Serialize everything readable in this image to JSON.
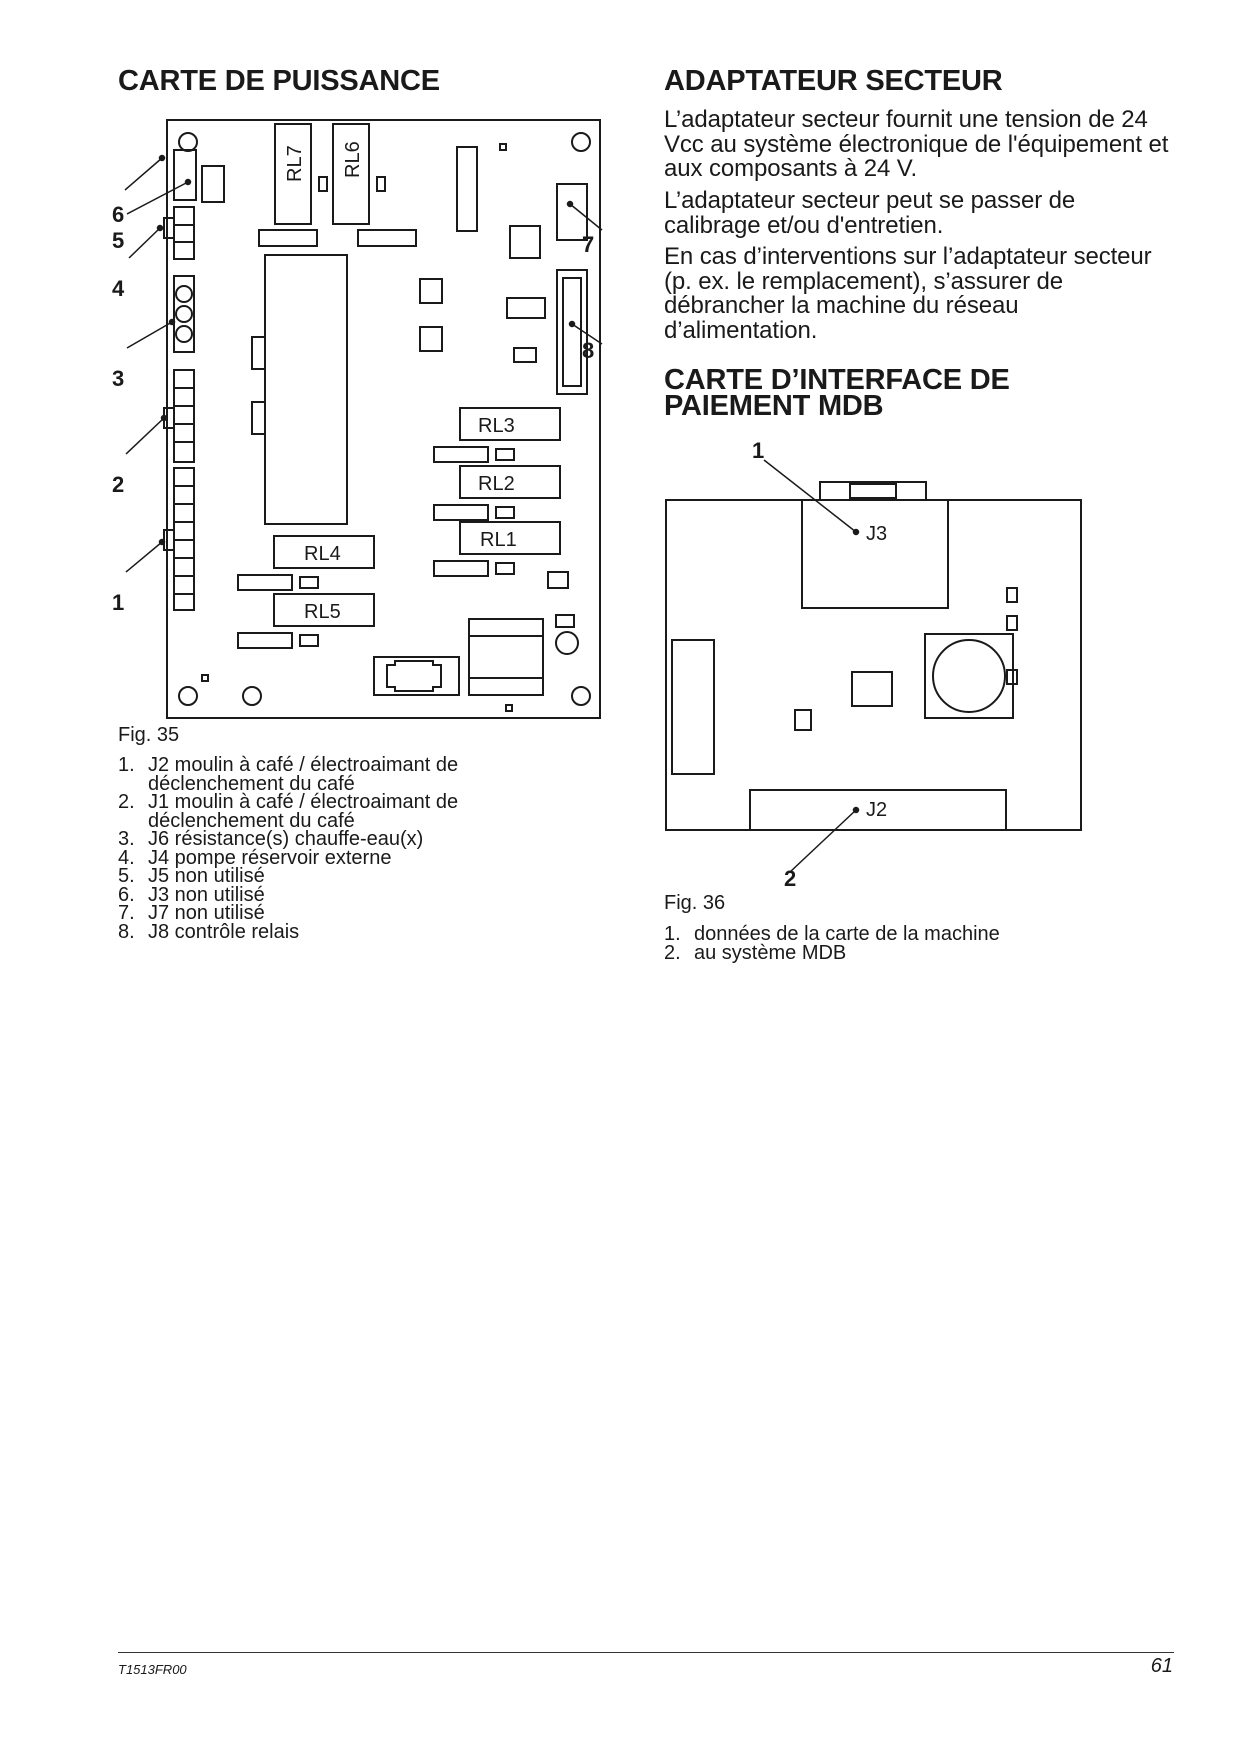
{
  "left": {
    "heading": "CARTE DE PUISSANCE",
    "figure": {
      "caption": "Fig. 35",
      "callouts": [
        "6",
        "5",
        "4",
        "3",
        "2",
        "1",
        "7",
        "8"
      ],
      "relays": [
        "RL7",
        "RL6",
        "RL3",
        "RL2",
        "RL1",
        "RL4",
        "RL5"
      ]
    },
    "legend": [
      {
        "num": "1.",
        "text": "J2 moulin à café / électroaimant de déclenchement du café"
      },
      {
        "num": "2.",
        "text": "J1 moulin à café / électroaimant de déclenchement du café"
      },
      {
        "num": "3.",
        "text": "J6 résistance(s) chauffe-eau(x)"
      },
      {
        "num": "4.",
        "text": "J4 pompe réservoir externe"
      },
      {
        "num": "5.",
        "text": "J5 non utilisé"
      },
      {
        "num": "6.",
        "text": "J3 non utilisé"
      },
      {
        "num": "7.",
        "text": "J7 non utilisé"
      },
      {
        "num": "8.",
        "text": "J8 contrôle relais"
      }
    ]
  },
  "right": {
    "heading1": "ADAPTATEUR SECTEUR",
    "paragraphs": [
      "L’adaptateur secteur fournit une tension de 24 Vcc au système électronique de l'équipement et aux composants à 24 V.",
      "L’adaptateur secteur peut se passer de calibrage et/ou d'entretien.",
      "En cas d’interventions sur l’adaptateur secteur (p. ex. le remplacement), s’assurer de débrancher la machine du réseau d’alimentation."
    ],
    "heading2_line1": "CARTE D’INTERFACE DE",
    "heading2_line2": "PAIEMENT MDB",
    "figure": {
      "caption": "Fig. 36",
      "callouts": [
        "1",
        "2"
      ],
      "connectors": [
        "J3",
        "J2"
      ]
    },
    "legend": [
      {
        "num": "1.",
        "text": "données de la carte de la machine"
      },
      {
        "num": "2.",
        "text": "au système MDB"
      }
    ]
  },
  "footer": {
    "doc_code": "T1513FR00",
    "page_number": "61"
  }
}
